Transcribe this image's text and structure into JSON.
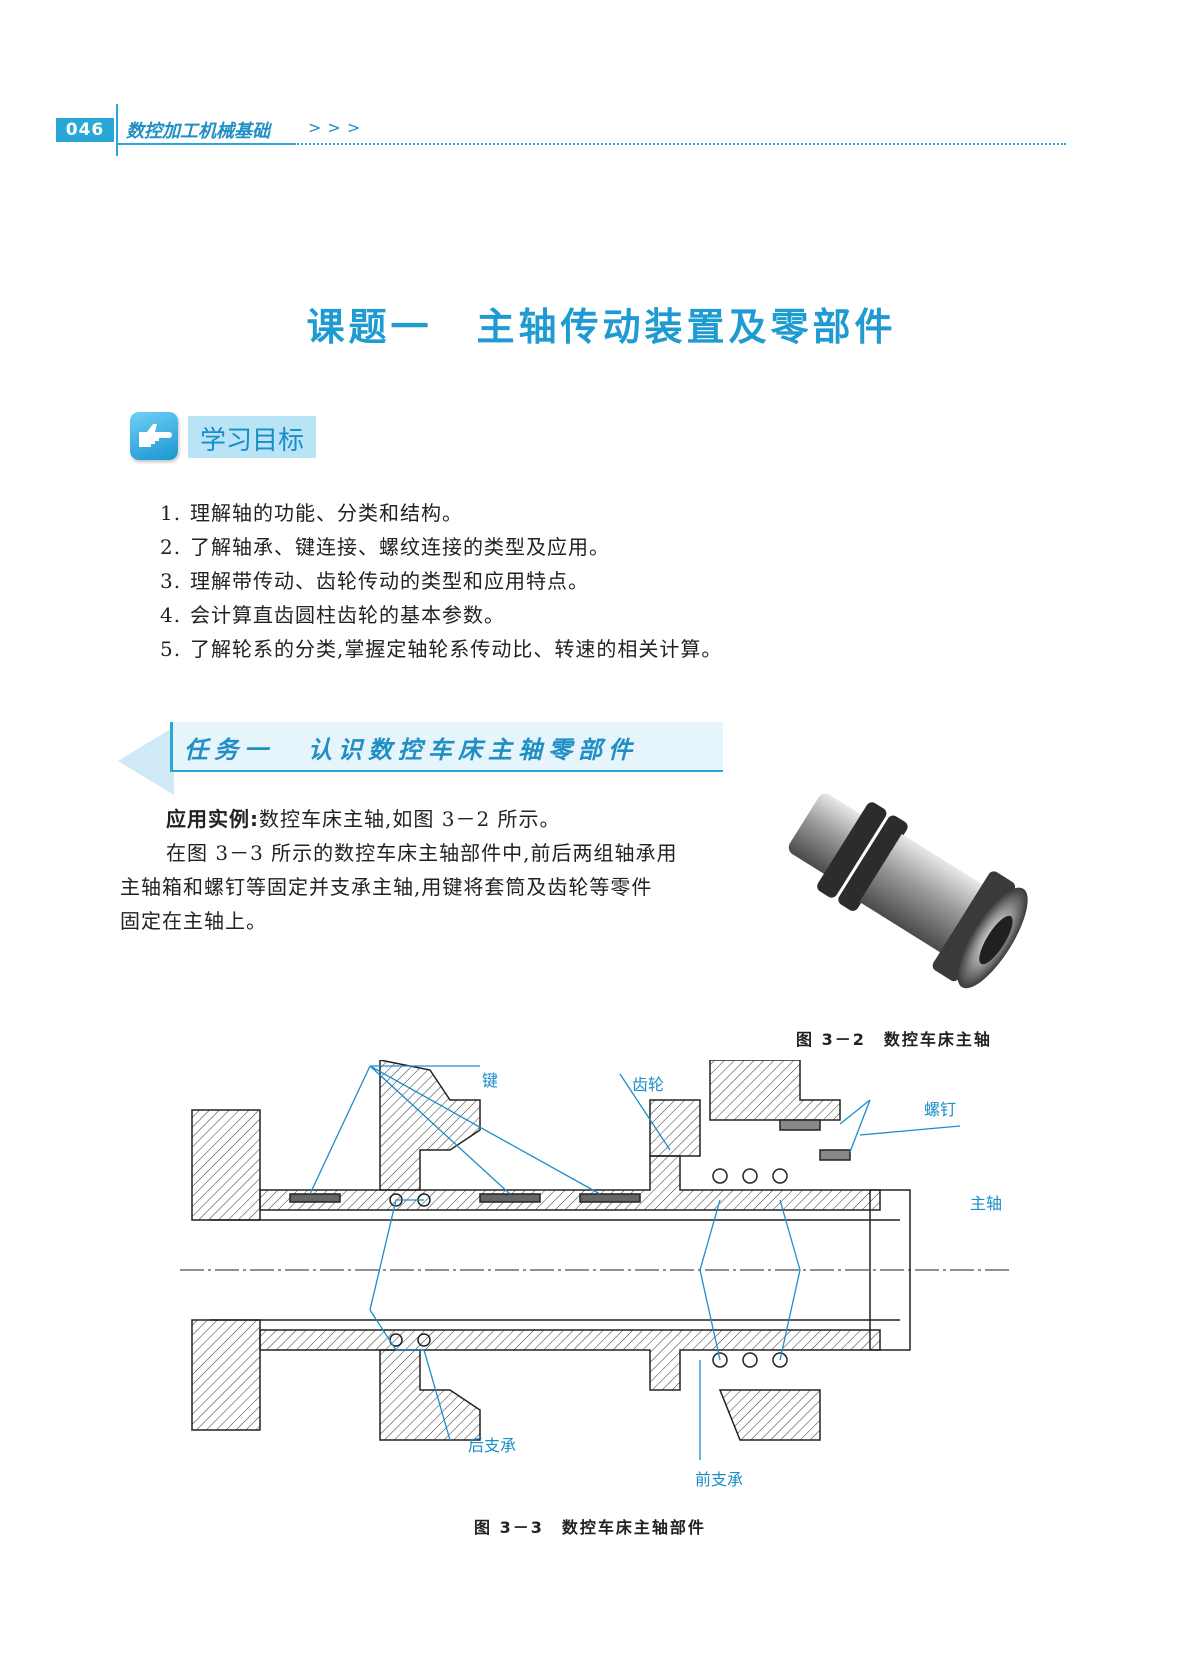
{
  "header": {
    "page_number": "046",
    "book_title": "数控加工机械基础",
    "arrows": ">>>"
  },
  "lesson": {
    "title_part1": "课题一",
    "title_part2": "主轴传动装置及零部件"
  },
  "objectives": {
    "label": "学习目标",
    "items": [
      {
        "num": "1.",
        "text": "理解轴的功能、分类和结构。"
      },
      {
        "num": "2.",
        "text": "了解轴承、键连接、螺纹连接的类型及应用。"
      },
      {
        "num": "3.",
        "text": "理解带传动、齿轮传动的类型和应用特点。"
      },
      {
        "num": "4.",
        "text": "会计算直齿圆柱齿轮的基本参数。"
      },
      {
        "num": "5.",
        "text": "了解轮系的分类,掌握定轴轮系传动比、转速的相关计算。"
      }
    ]
  },
  "task": {
    "part1": "任务一",
    "part2": "认识数控车床主轴零部件"
  },
  "body": {
    "example_label": "应用实例:",
    "example_text": "数控车床主轴,如图 3－2 所示。",
    "line2": "在图 3－3 所示的数控车床主轴部件中,前后两组轴承用",
    "line3": "主轴箱和螺钉等固定并支承主轴,用键将套筒及齿轮等零件",
    "line4": "固定在主轴上。"
  },
  "figures": {
    "fig32_caption": "图 3－2　数控车床主轴",
    "fig33_caption": "图 3－3　数控车床主轴部件",
    "labels": {
      "key": "键",
      "gear": "齿轮",
      "screw": "螺钉",
      "spindle": "主轴",
      "rear_support": "后支承",
      "front_support": "前支承"
    }
  },
  "colors": {
    "accent": "#29a8d8",
    "title_blue": "#1f9bd1"
  }
}
